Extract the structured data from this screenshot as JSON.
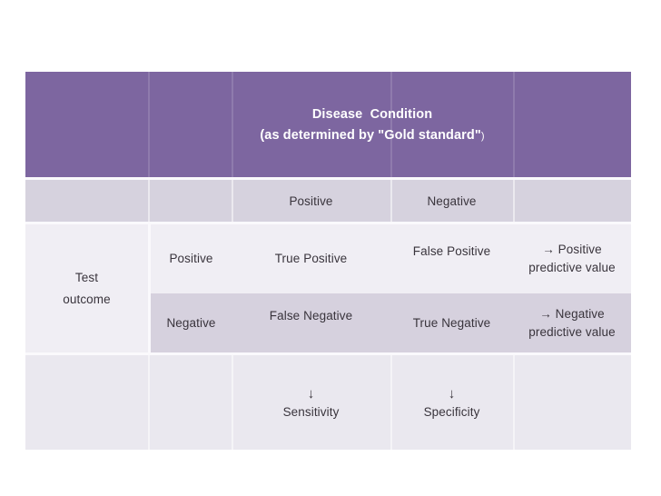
{
  "table": {
    "header": {
      "title_line1": "Disease  Condition",
      "title_line2": "(as determined by \"Gold standard\"",
      "title_line2_suffix": ")"
    },
    "col_headers": {
      "positive": "Positive",
      "negative": "Negative"
    },
    "row_group": {
      "line1": "Test",
      "line2": "outcome"
    },
    "rows": {
      "positive": {
        "label": "Positive",
        "col_positive": "True Positive",
        "col_negative": "False Positive",
        "predictive_line1": "→ Positive",
        "predictive_line2": "predictive value"
      },
      "negative": {
        "label": "Negative",
        "col_positive": "False Negative",
        "col_negative": "True Negative",
        "predictive_line1": "→ Negative",
        "predictive_line2": "predictive value"
      }
    },
    "footer": {
      "arrow": "↓",
      "sensitivity": "Sensitivity",
      "specificity": "Specificity"
    }
  },
  "colors": {
    "header_purple": "#7D66A0",
    "band_medium": "#D6D2DE",
    "band_light": "#F0EEF4",
    "band_footer": "#EAE8EF",
    "separator_white": "#FAF9FC",
    "text_dark": "#39343C",
    "text_light": "#FFFFFF"
  }
}
